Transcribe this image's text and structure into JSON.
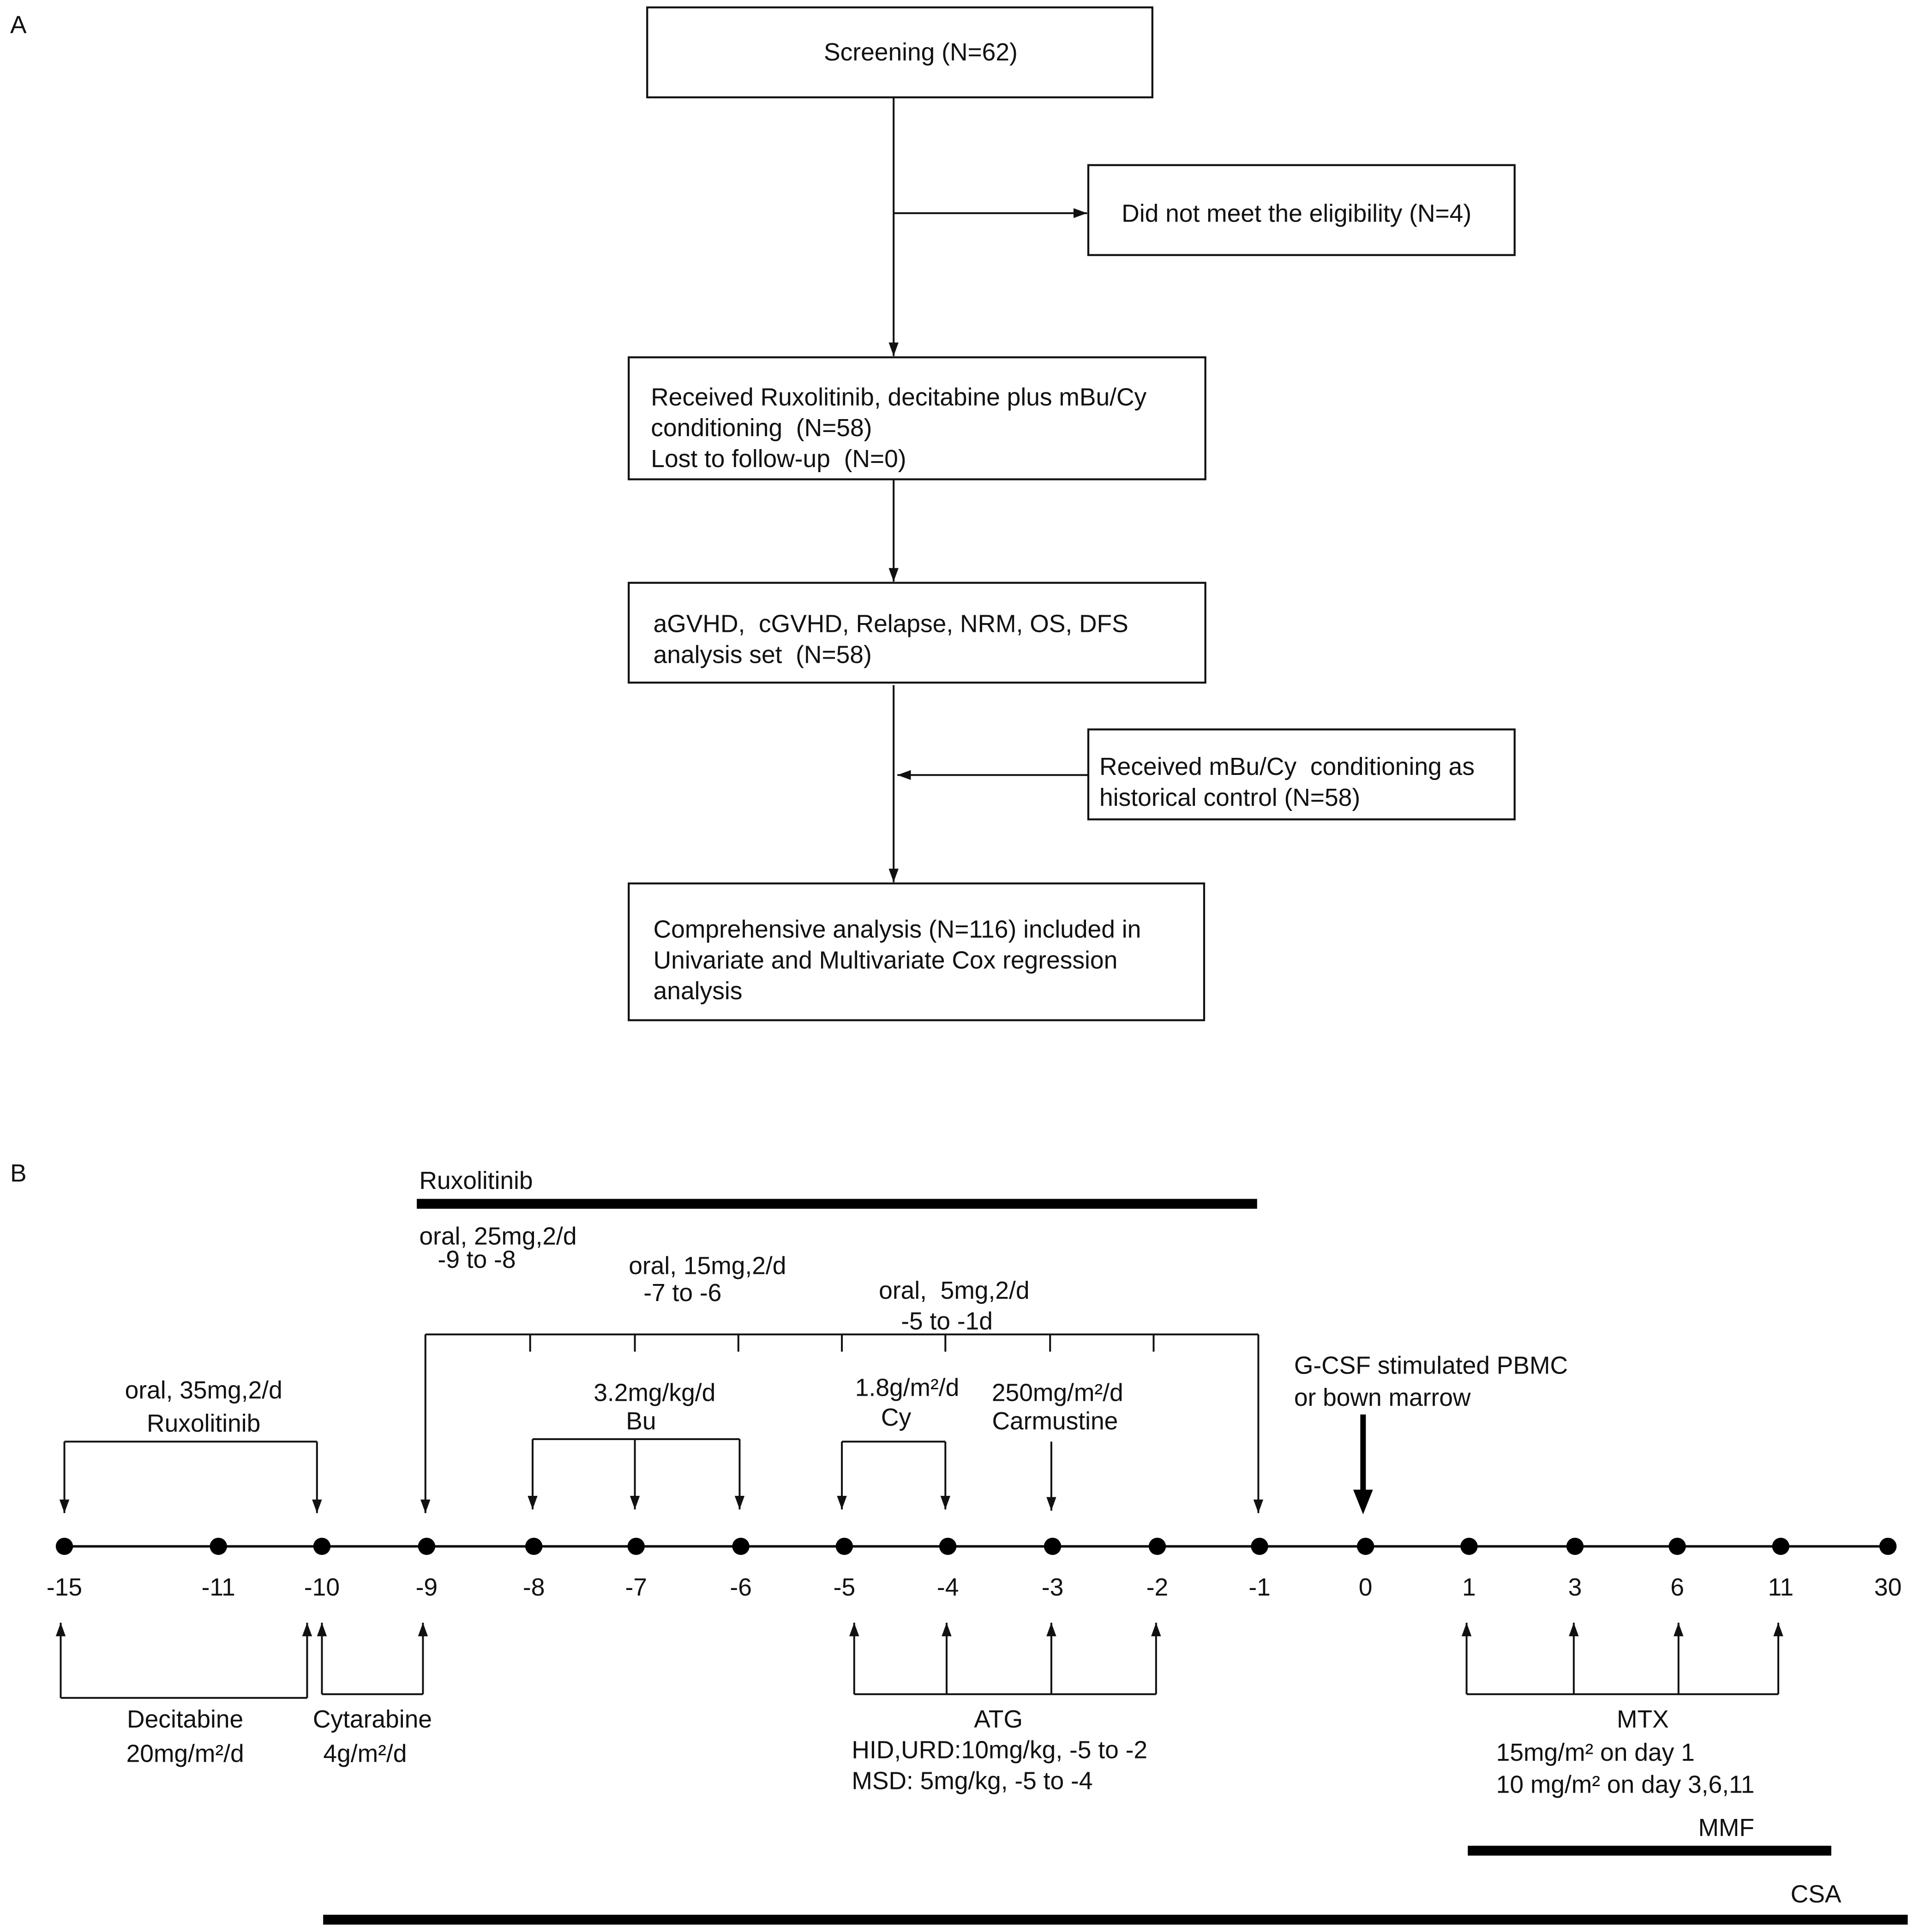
{
  "panel_a": {
    "label": "A",
    "screening": "Screening (N=62)",
    "excluded": "Did not meet the eligibility (N=4)",
    "received": [
      "Received Ruxolitinib, decitabine plus mBu/Cy",
      "conditioning  (N=58)",
      "Lost to follow-up  (N=0)"
    ],
    "analysis_set": [
      "aGVHD,  cGVHD, Relapse, NRM, OS, DFS",
      "analysis set  (N=58)"
    ],
    "historical": [
      "Received mBu/Cy  conditioning as",
      "historical control (N=58)"
    ],
    "comprehensive": [
      "Comprehensive analysis (N=116) included in",
      "Univariate and Multivariate Cox regression",
      "analysis"
    ]
  },
  "panel_b": {
    "label": "B",
    "ruxolitinib_bar_label": "Ruxolitinib",
    "rux_doses": [
      {
        "dose": "oral, 25mg,2/d",
        "days": "-9 to -8"
      },
      {
        "dose": "oral, 15mg,2/d",
        "days": "-7 to -6"
      },
      {
        "dose": "oral,  5mg,2/d",
        "days": "-5 to -1d"
      }
    ],
    "pre_rux": {
      "dose": "oral, 35mg,2/d",
      "drug": "Ruxolitinib"
    },
    "bu": {
      "dose": "3.2mg/kg/d",
      "drug": "Bu"
    },
    "cy": {
      "dose": "1.8g/m²/d",
      "drug": "Cy"
    },
    "carmustine": {
      "dose": "250mg/m²/d",
      "drug": "Carmustine"
    },
    "graft": [
      "G-CSF stimulated PBMC",
      "or bown marrow"
    ],
    "timeline": {
      "days": [
        "-15",
        "-11",
        "-10",
        "-9",
        "-8",
        "-7",
        "-6",
        "-5",
        "-4",
        "-3",
        "-2",
        "-1",
        "0",
        "1",
        "3",
        "6",
        "11",
        "30"
      ]
    },
    "decitabine": {
      "drug": "Decitabine",
      "dose": "20mg/m²/d"
    },
    "cytarabine": {
      "drug": "Cytarabine",
      "dose": "4g/m²/d"
    },
    "atg": {
      "drug": "ATG",
      "lines": [
        "HID,URD:10mg/kg, -5 to -2",
        "MSD: 5mg/kg, -5 to -4"
      ]
    },
    "mtx": {
      "drug": "MTX",
      "lines": [
        "15mg/m² on day 1",
        "10 mg/m² on day 3,6,11"
      ]
    },
    "mmf_label": "MMF",
    "csa_label": "CSA"
  }
}
